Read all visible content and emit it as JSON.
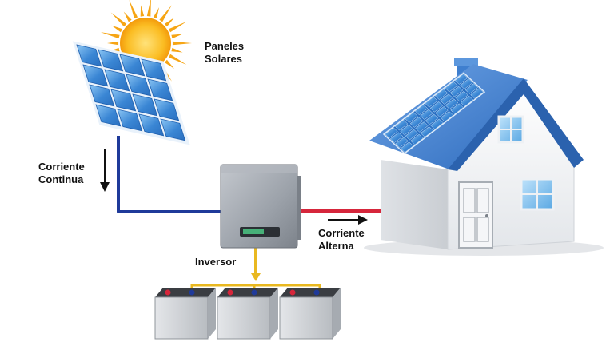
{
  "labels": {
    "solar_panels_line1": "Paneles",
    "solar_panels_line2": "Solares",
    "dc_line1": "Corriente",
    "dc_line2": "Continua",
    "inverter": "Inversor",
    "ac_line1": "Corriente",
    "ac_line2": "Alterna"
  },
  "icons": {
    "sun": "sun-icon",
    "panels": "solar-panel-icon",
    "inverter": "inverter-icon",
    "house": "house-icon",
    "batteries": "battery-icon"
  },
  "colors": {
    "dc_wire": "#1f3a9a",
    "ac_wire": "#d6263b",
    "battery_wire": "#e9b820",
    "sun": "#f6a514",
    "panel": "#3c86d6",
    "roof": "#3f7fcf",
    "inverter": "#9aa0a8"
  }
}
